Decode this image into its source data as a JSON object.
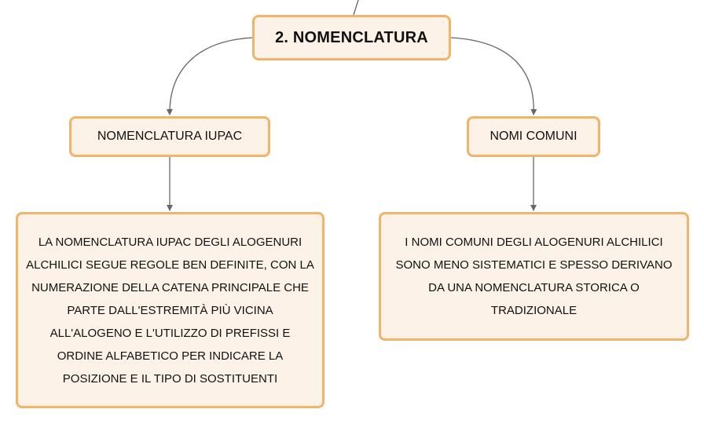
{
  "diagram": {
    "root": {
      "label": "2. NOMENCLATURA"
    },
    "branches": [
      {
        "label": "NOMENCLATURA IUPAC",
        "description": "LA NOMENCLATURA IUPAC DEGLI ALOGENURI ALCHILICI SEGUE REGOLE BEN DEFINITE, CON LA NUMERAZIONE DELLA CATENA PRINCIPALE CHE PARTE DALL'ESTREMITÀ PIÙ VICINA ALL'ALOGENO E L'UTILIZZO DI PREFISSI E ORDINE ALFABETICO PER INDICARE LA POSIZIONE E IL TIPO DI SOSTITUENTI"
      },
      {
        "label": "NOMI COMUNI",
        "description": "I NOMI COMUNI DEGLI ALOGENURI ALCHILICI SONO MENO SISTEMATICI E SPESSO DERIVANO DA UNA NOMENCLATURA STORICA O TRADIZIONALE"
      }
    ]
  },
  "colors": {
    "node_border": "#f2b36b",
    "node_fill": "#fdf2e8",
    "connector": "#666666"
  }
}
